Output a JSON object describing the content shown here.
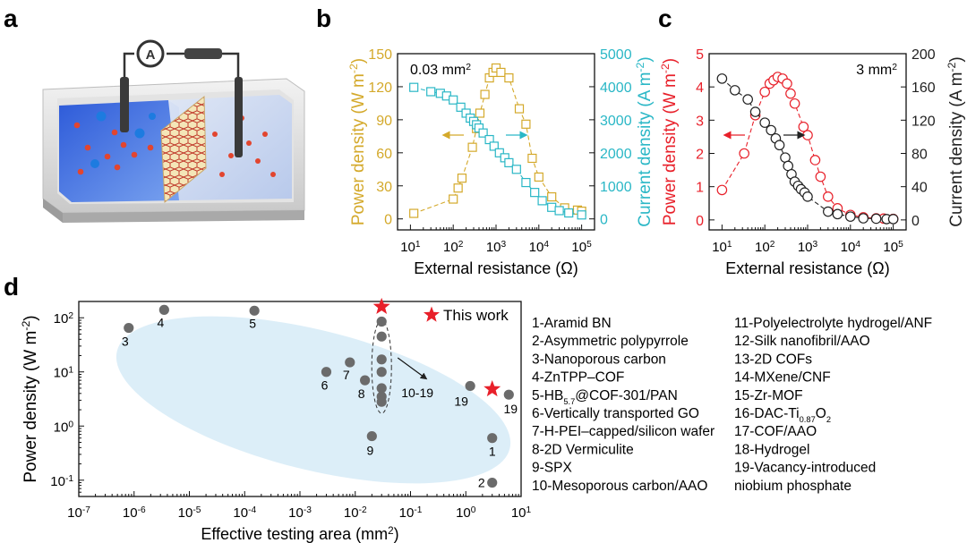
{
  "panels": {
    "a": "a",
    "b": "b",
    "c": "c",
    "d": "d"
  },
  "schematic": {
    "ammeter_label": "A"
  },
  "colors": {
    "gold": "#d4a92b",
    "cyan": "#2ab7c6",
    "red": "#e8202a",
    "black": "#222222",
    "gray": "#6b6b6b",
    "ellipse": "#d6ebf7"
  },
  "chart_data": [
    {
      "id": "b",
      "type": "scatter",
      "xlabel": "External resistance (Ω)",
      "xscale": "log",
      "xlim": [
        10,
        100000
      ],
      "x_ticks": [
        "10^1",
        "10^2",
        "10^3",
        "10^4",
        "10^5"
      ],
      "annotation": "0.03 mm²",
      "left_axis": {
        "label": "Power density (W m⁻²)",
        "ylim": [
          -10,
          150
        ],
        "ticks": [
          0,
          30,
          60,
          90,
          120,
          150
        ],
        "color": "#d4a92b"
      },
      "right_axis": {
        "label": "Current density (A m⁻²)",
        "ylim": [
          -333,
          5000
        ],
        "ticks": [
          0,
          1000,
          2000,
          3000,
          4000,
          5000
        ],
        "color": "#2ab7c6"
      },
      "series": [
        {
          "axis": "left",
          "marker": "square",
          "linestyle": "dashed",
          "x": [
            12,
            100,
            130,
            160,
            280,
            350,
            420,
            550,
            700,
            850,
            1000,
            1300,
            2000,
            3500,
            5000,
            7000,
            10000,
            20000,
            40000,
            80000,
            100000
          ],
          "y": [
            5,
            18,
            28,
            37,
            65,
            82,
            96,
            113,
            128,
            133,
            137,
            133,
            128,
            100,
            86,
            55,
            38,
            20,
            10,
            8,
            7
          ]
        },
        {
          "axis": "right",
          "marker": "square",
          "linestyle": "dashed",
          "x": [
            12,
            30,
            50,
            70,
            100,
            150,
            200,
            250,
            300,
            350,
            400,
            500,
            700,
            900,
            1200,
            1600,
            2000,
            3000,
            5000,
            8000,
            12000,
            20000,
            30000,
            50000,
            100000
          ],
          "y": [
            3980,
            3850,
            3800,
            3720,
            3600,
            3380,
            3200,
            3050,
            2950,
            2850,
            2750,
            2600,
            2400,
            2200,
            2000,
            1850,
            1700,
            1500,
            1100,
            800,
            550,
            350,
            250,
            180,
            120
          ]
        }
      ],
      "arrows": [
        "left",
        "right"
      ]
    },
    {
      "id": "c",
      "type": "scatter",
      "xlabel": "External resistance (Ω)",
      "xscale": "log",
      "xlim": [
        10,
        100000
      ],
      "x_ticks": [
        "10^1",
        "10^2",
        "10^3",
        "10^4",
        "10^5"
      ],
      "annotation": "3 mm²",
      "left_axis": {
        "label": "Power density (W m⁻²)",
        "ylim": [
          -0.3,
          5
        ],
        "ticks": [
          0,
          1,
          2,
          3,
          4,
          5
        ],
        "color": "#e8202a"
      },
      "right_axis": {
        "label": "Current density (A m⁻²)",
        "ylim": [
          -12,
          200
        ],
        "ticks": [
          0,
          40,
          80,
          120,
          160,
          200
        ],
        "color": "#222222"
      },
      "series": [
        {
          "axis": "left",
          "marker": "circle",
          "linestyle": "dashed",
          "x": [
            10,
            33,
            60,
            100,
            130,
            160,
            200,
            260,
            330,
            400,
            500,
            800,
            1000,
            1500,
            2000,
            3000,
            5000,
            10000,
            20000,
            40000,
            60000,
            100000
          ],
          "y": [
            0.9,
            2.0,
            3.15,
            3.85,
            4.1,
            4.2,
            4.3,
            4.25,
            4.1,
            3.8,
            3.5,
            2.8,
            2.55,
            1.8,
            1.3,
            0.7,
            0.35,
            0.15,
            0.08,
            0.05,
            0.04,
            0.03
          ]
        },
        {
          "axis": "right",
          "marker": "circle",
          "linestyle": "dashed",
          "x": [
            10,
            20,
            40,
            60,
            100,
            140,
            180,
            220,
            300,
            350,
            420,
            500,
            600,
            700,
            850,
            1000,
            3000,
            5000,
            10000,
            20000,
            40000,
            70000,
            100000
          ],
          "y": [
            170,
            156,
            145,
            130,
            117,
            108,
            98,
            90,
            75,
            65,
            55,
            46,
            41,
            37,
            33,
            28,
            10,
            7,
            4,
            2,
            1.5,
            1,
            1
          ]
        }
      ],
      "arrows": [
        "left",
        "right"
      ]
    },
    {
      "id": "d",
      "type": "scatter",
      "xlabel": "Effective testing area (mm²)",
      "ylabel": "Power density (W m⁻²)",
      "xscale": "log",
      "yscale": "log",
      "xlim": [
        1e-07,
        10
      ],
      "ylim": [
        0.05,
        200
      ],
      "x_ticks": [
        "10^-7",
        "10^-6",
        "10^-5",
        "10^-4",
        "10^-3",
        "10^-2",
        "10^-1",
        "10^0",
        "10^1"
      ],
      "y_ticks": [
        "10^-1",
        "10^0",
        "10^1",
        "10^2"
      ],
      "this_work_label": "This work",
      "group_label": "10-19",
      "points": [
        {
          "label": "1",
          "x": 3,
          "y": 0.6
        },
        {
          "label": "2",
          "x": 3,
          "y": 0.09
        },
        {
          "label": "3",
          "x": 8e-07,
          "y": 65
        },
        {
          "label": "4",
          "x": 3.5e-06,
          "y": 140
        },
        {
          "label": "5",
          "x": 0.00015,
          "y": 135
        },
        {
          "label": "6",
          "x": 0.003,
          "y": 10
        },
        {
          "label": "7",
          "x": 0.008,
          "y": 15
        },
        {
          "label": "8",
          "x": 0.015,
          "y": 7
        },
        {
          "label": "9",
          "x": 0.02,
          "y": 0.65
        },
        {
          "label": "",
          "x": 0.03,
          "y": 85
        },
        {
          "label": "",
          "x": 0.03,
          "y": 45
        },
        {
          "label": "",
          "x": 0.03,
          "y": 17
        },
        {
          "label": "",
          "x": 0.03,
          "y": 10
        },
        {
          "label": "",
          "x": 0.03,
          "y": 5
        },
        {
          "label": "",
          "x": 0.03,
          "y": 3.5
        },
        {
          "label": "",
          "x": 0.03,
          "y": 2.8
        },
        {
          "label": "19",
          "x": 1.2,
          "y": 5.5
        },
        {
          "label": "19",
          "x": 6,
          "y": 3.8
        }
      ],
      "this_work": [
        {
          "x": 0.03,
          "y": 160
        },
        {
          "x": 3,
          "y": 4.8
        }
      ],
      "legend_items": [
        "1-Aramid BN",
        "2-Asymmetric polypyrrole",
        "3-Nanoporous carbon",
        "4-ZnTPP–COF",
        "5-HB5.7@COF-301/PAN",
        "6-Vertically transported GO",
        "7-H-PEI–capped/silicon wafer",
        "8-2D Vermiculite",
        "9-SPX",
        "10-Mesoporous carbon/AAO",
        "11-Polyelectrolyte hydrogel/ANF",
        "12-Silk nanofibril/AAO",
        "13-2D COFs",
        "14-MXene/CNF",
        "15-Zr-MOF",
        "16-DAC-Ti0.87O2",
        "17-COF/AAO",
        "18-Hydrogel",
        "19-Vacancy-introduced",
        "niobium phosphate"
      ]
    }
  ]
}
